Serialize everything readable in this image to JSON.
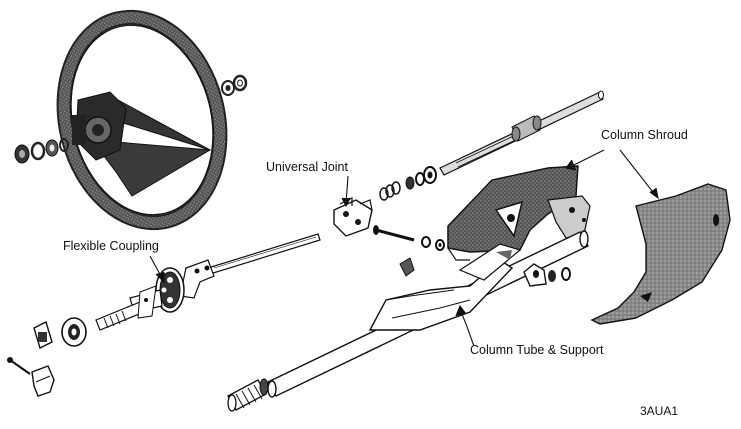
{
  "diagram": {
    "labels": {
      "universal_joint": "Universal Joint",
      "column_shroud": "Column Shroud",
      "flexible_coupling": "Flexible Coupling",
      "column_tube_support": "Column Tube & Support"
    },
    "figure_code": "3AUA1"
  }
}
